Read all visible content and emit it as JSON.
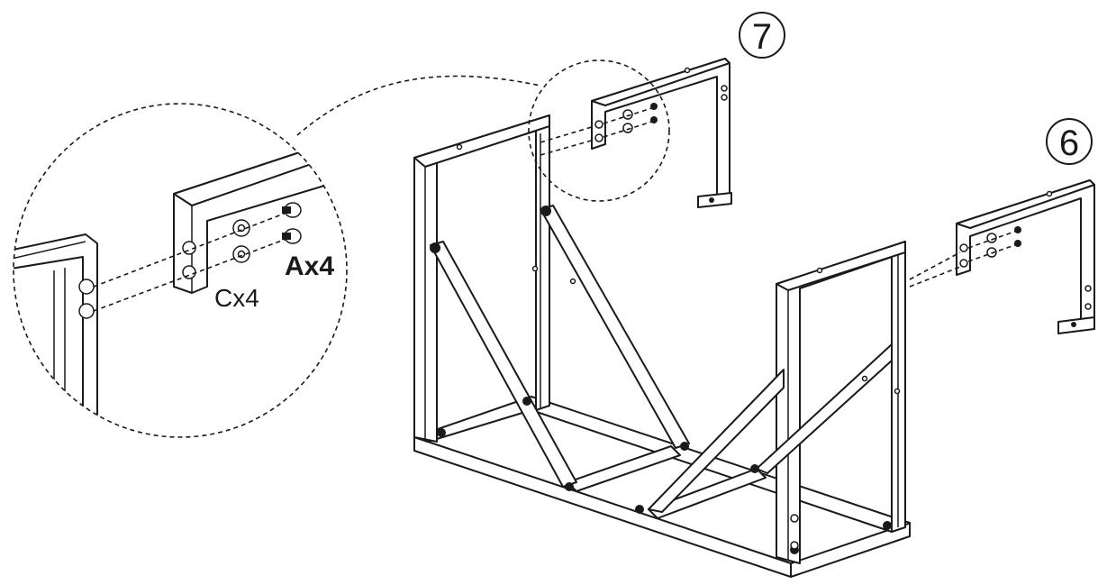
{
  "callouts": {
    "part_7": "7",
    "part_6": "6"
  },
  "detail": {
    "label_screws": "Ax4",
    "label_washers": "Cx4"
  },
  "colors": {
    "line": "#1a1a1a",
    "background": "#ffffff"
  }
}
